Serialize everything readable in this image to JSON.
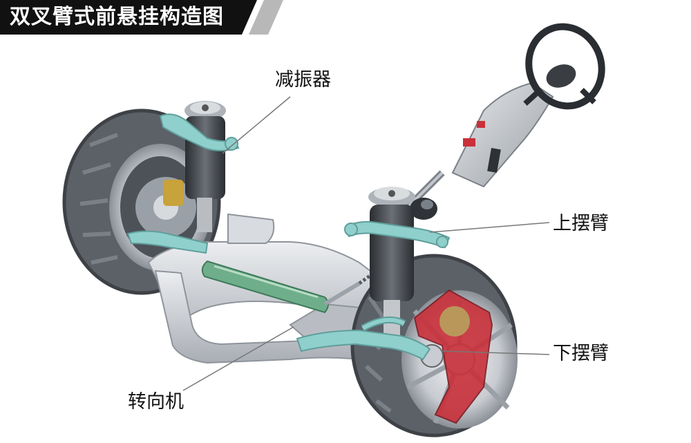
{
  "title": "双叉臂式前悬挂构造图",
  "labels": {
    "shock_absorber": "减振器",
    "upper_arm": "上摆臂",
    "lower_arm": "下摆臂",
    "steering_gear": "转向机"
  },
  "colors": {
    "banner": "#111111",
    "banner_stripe": "#b8b8b8",
    "control_arm": "#8fcfcc",
    "subframe": "#c9ccd2",
    "tire": "#5c6168",
    "rack": "#6fae8a",
    "brake_caliper": "#c9303a",
    "leader_line": "#777777"
  }
}
